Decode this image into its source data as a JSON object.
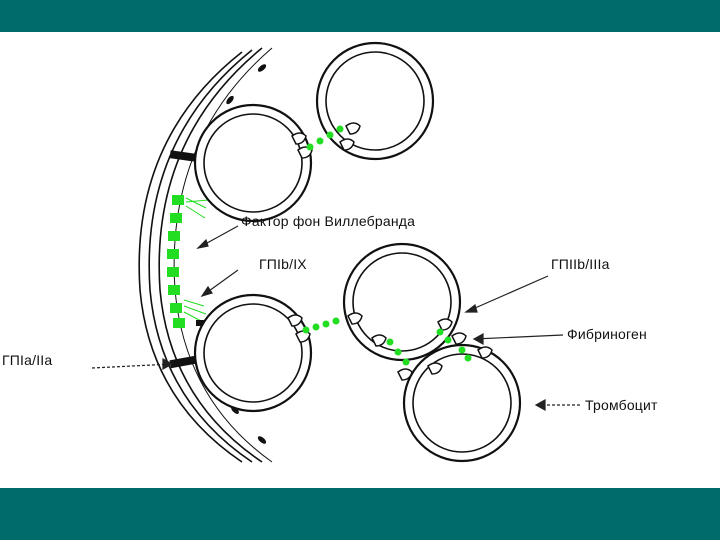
{
  "slide": {
    "band_color": "#006b6b"
  },
  "diagram": {
    "colors": {
      "binding": "#22dd22",
      "outline": "#111111",
      "line": "#222222"
    },
    "labels": {
      "vwf": "Фактор фон Виллебранда",
      "gp_ib_ix": "ГПIb/IX",
      "gp_iib_iiia": "ГПIIb/IIIa",
      "fibrinogen": "Фибриноген",
      "gp_ia_iia": "ГПIa/IIa",
      "platelet": "Тромбоцит"
    }
  }
}
